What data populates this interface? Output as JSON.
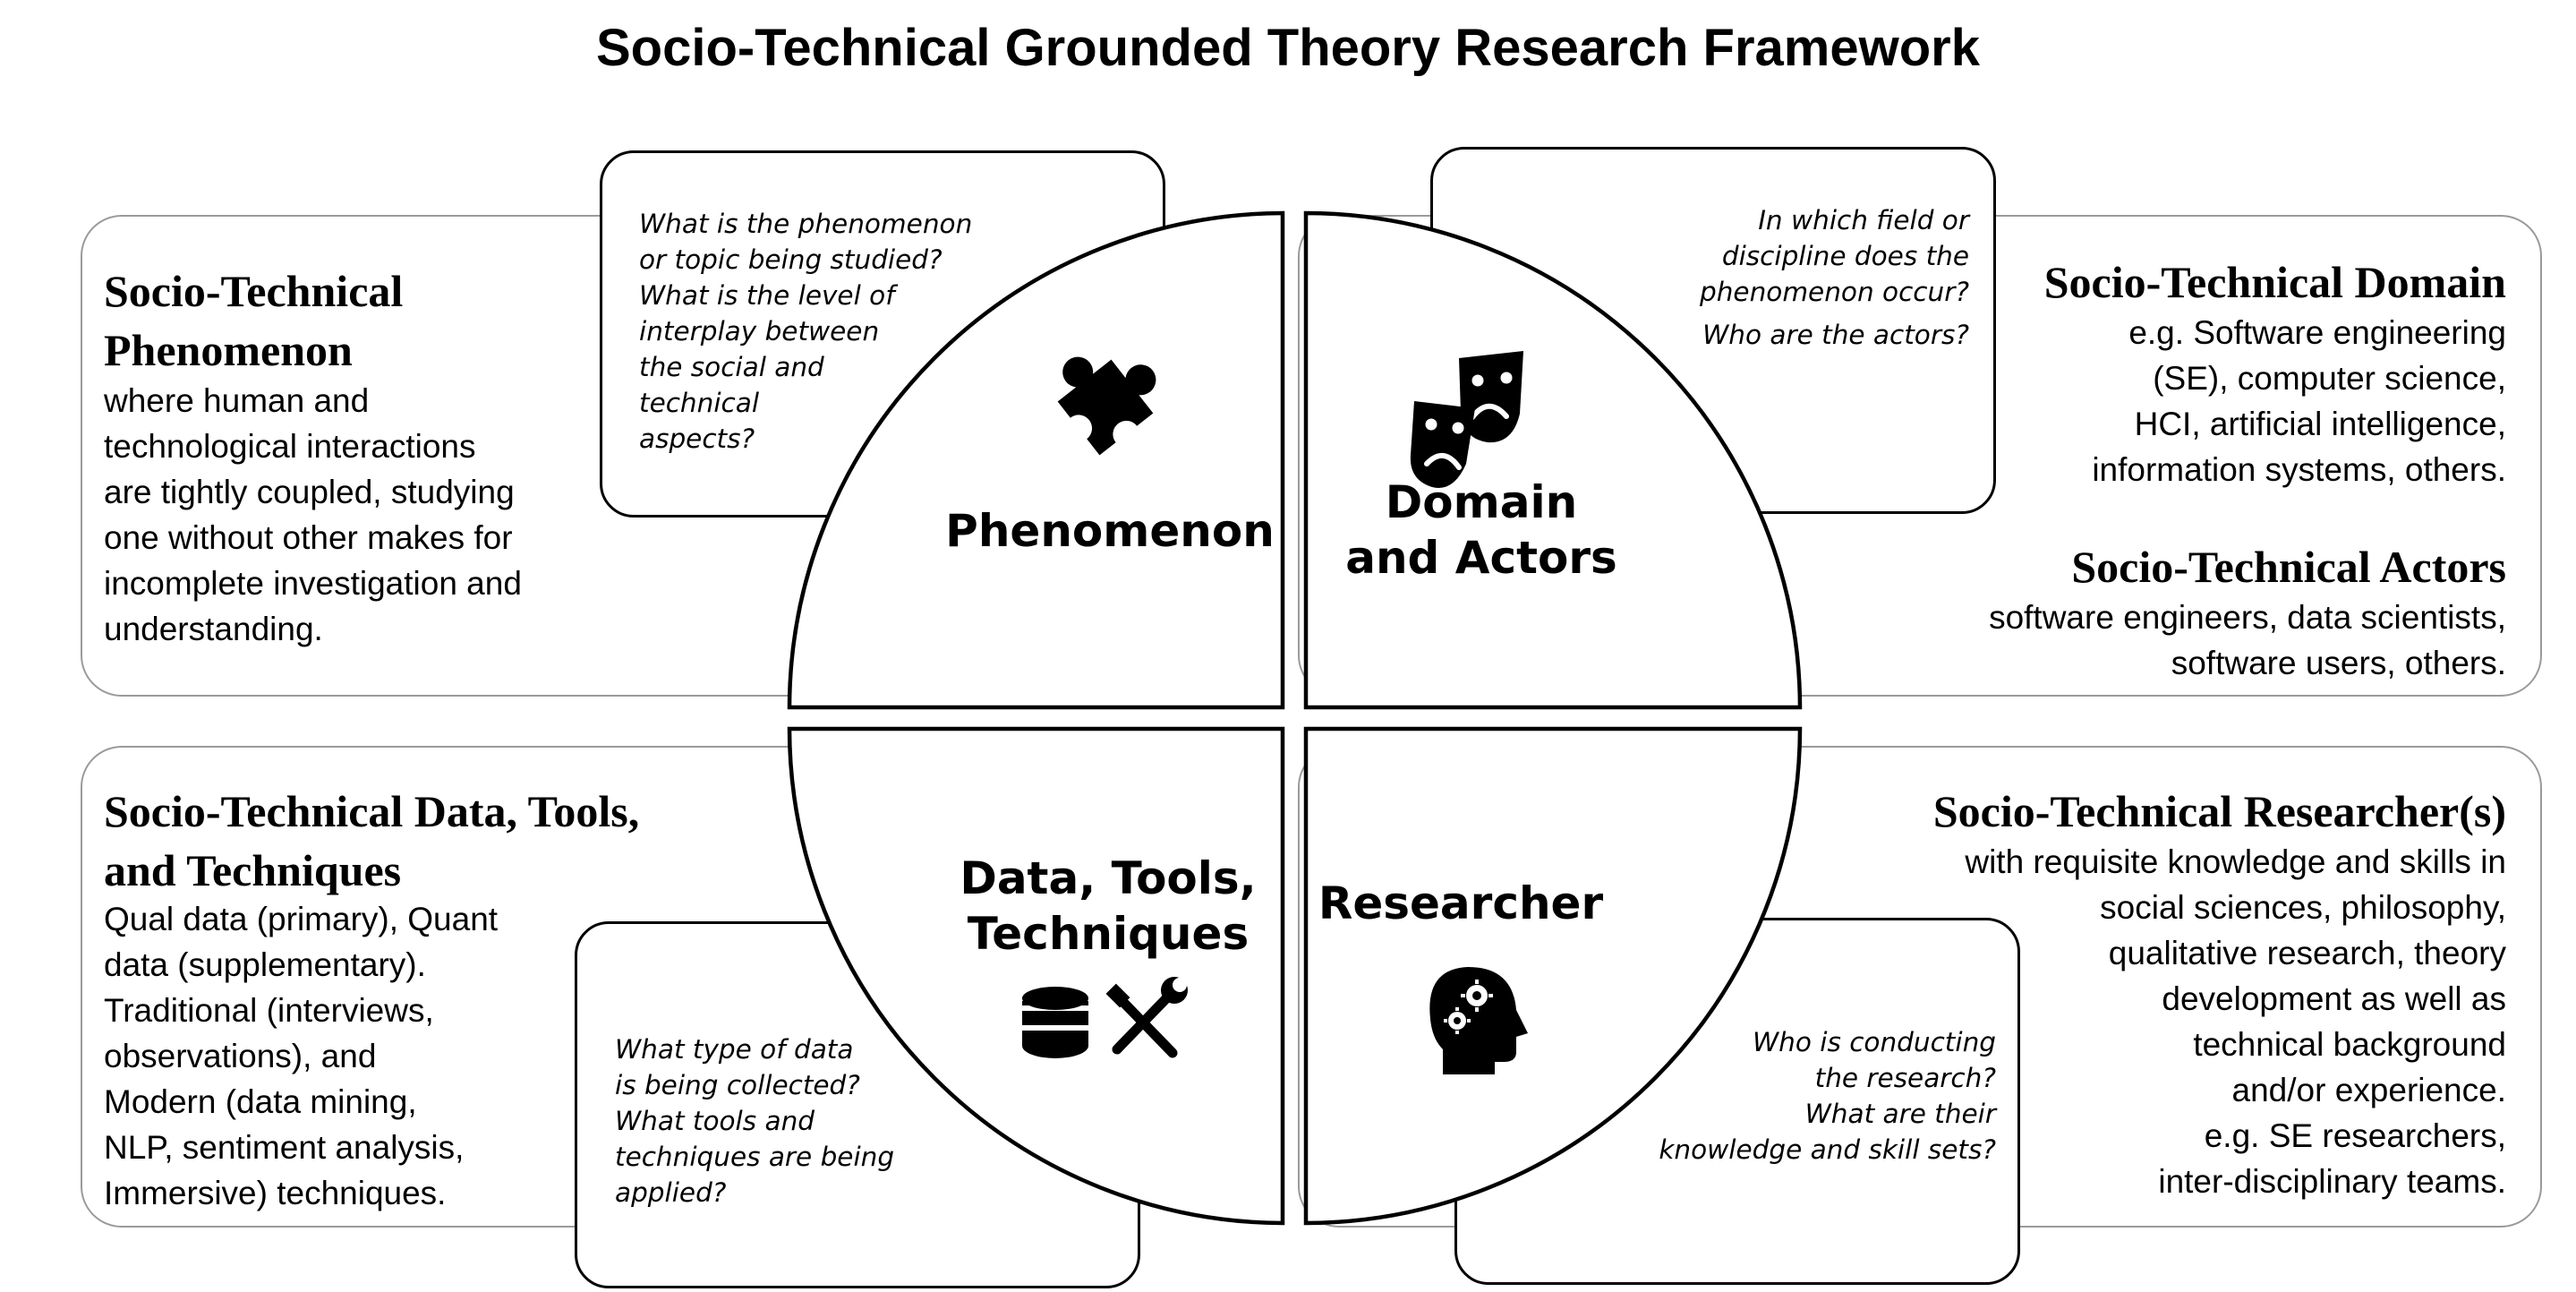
{
  "title": "Socio-Technical Grounded Theory Research Framework",
  "quadrants": {
    "phenomenon": {
      "label": "Phenomenon",
      "icon": "puzzle-piece-icon",
      "heading_line1": "Socio-Technical",
      "heading_line2": "Phenomenon",
      "description": [
        "where human and",
        "technological interactions",
        "are tightly coupled, studying",
        "one without other makes for",
        "incomplete investigation and",
        "understanding."
      ],
      "questions": [
        "What is the phenomenon",
        "or topic being studied?",
        "What is the level of",
        "interplay between",
        "the social and",
        "technical",
        "aspects?"
      ]
    },
    "domain_actors": {
      "label_line1": "Domain",
      "label_line2": "and Actors",
      "icon": "theater-masks-icon",
      "domain_heading": "Socio-Technical Domain",
      "domain_description": [
        "e.g.  Software engineering",
        "(SE), computer science,",
        "HCI, artificial intelligence,",
        "information systems, others."
      ],
      "actors_heading": "Socio-Technical Actors",
      "actors_description": [
        "software engineers, data scientists,",
        "software users, others."
      ],
      "questions_a": [
        "In which field or",
        "discipline does the",
        "phenomenon occur?"
      ],
      "questions_b": "Who are the actors?"
    },
    "data_tools": {
      "label_line1": "Data, Tools,",
      "label_line2": "Techniques",
      "icons": [
        "database-icon",
        "tools-icon"
      ],
      "heading_line1": "Socio-Technical Data, Tools,",
      "heading_line2": "and Techniques",
      "description": [
        "Qual data (primary), Quant",
        "data (supplementary).",
        "Traditional (interviews,",
        "observations), and",
        "Modern (data mining,",
        "NLP, sentiment analysis,",
        "Immersive) techniques."
      ],
      "questions": [
        "What type of data",
        "is being collected?",
        "What tools and",
        "techniques are being",
        "applied?"
      ]
    },
    "researcher": {
      "label": "Researcher",
      "icon": "head-gears-icon",
      "heading": "Socio-Technical Researcher(s)",
      "description": [
        "with requisite knowledge and skills in",
        "social sciences, philosophy,",
        "qualitative research, theory",
        "development as well as",
        "technical background",
        "and/or experience.",
        "e.g. SE researchers,",
        "inter-disciplinary teams."
      ],
      "questions": [
        "Who is conducting",
        "the research?",
        "What are their",
        "knowledge and skill sets?"
      ]
    }
  }
}
